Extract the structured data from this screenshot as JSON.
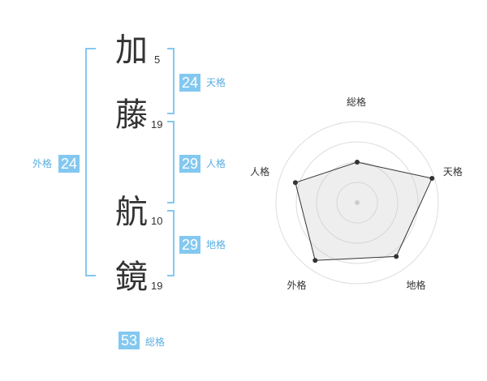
{
  "name": {
    "chars": [
      {
        "char": "加",
        "strokes": "5"
      },
      {
        "char": "藤",
        "strokes": "19"
      },
      {
        "char": "航",
        "strokes": "10"
      },
      {
        "char": "鏡",
        "strokes": "19"
      }
    ]
  },
  "kaku": {
    "tenkaku": {
      "value": "24",
      "label": "天格"
    },
    "jinkaku": {
      "value": "29",
      "label": "人格"
    },
    "chikaku": {
      "value": "29",
      "label": "地格"
    },
    "gaikaku": {
      "value": "24",
      "label": "外格"
    },
    "soukaku": {
      "value": "53",
      "label": "総格"
    }
  },
  "colors": {
    "accent": "#83c8f0",
    "bracket": "#83c8f0",
    "text": "#333333"
  },
  "chart_data": {
    "type": "radar",
    "axes": [
      "総格",
      "天格",
      "地格",
      "外格",
      "人格"
    ],
    "values": [
      0.5,
      0.97,
      0.82,
      0.88,
      0.8
    ],
    "rings": 4,
    "grid": true
  }
}
